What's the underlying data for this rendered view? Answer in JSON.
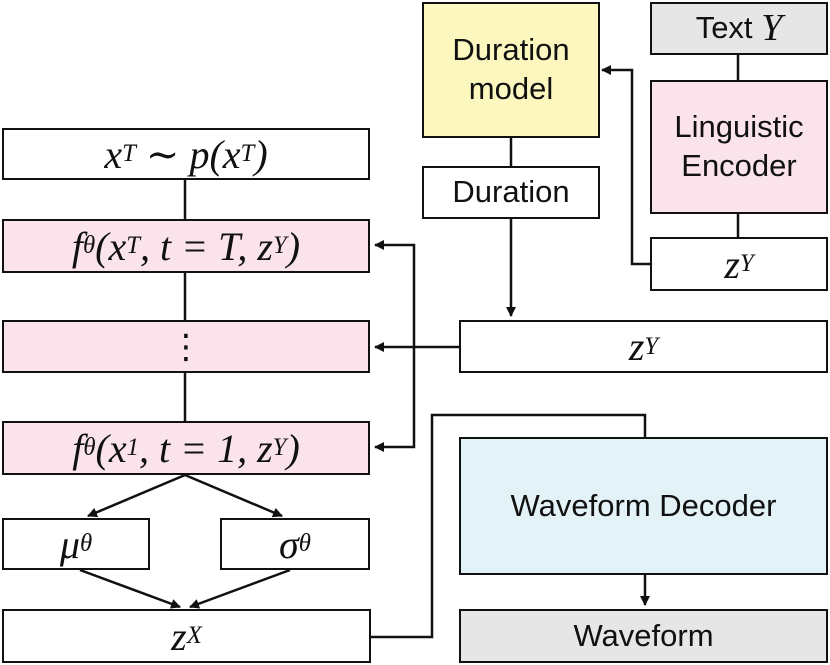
{
  "nodes": {
    "text_y": {
      "label": "Text",
      "var": "Y"
    },
    "duration_model": {
      "line1": "Duration",
      "line2": "model"
    },
    "linguistic_encoder": {
      "line1": "Linguistic",
      "line2": "Encoder"
    },
    "duration": {
      "label": "Duration"
    },
    "z_y_encoder": {
      "sym": "z",
      "sub": "Y"
    },
    "z_y_expanded": {
      "sym": "z",
      "sub": "Y"
    },
    "x_t": {
      "text": "x",
      "sub": "T",
      "rest": " ∼ p(x",
      "sub2": "T",
      "close": ")"
    },
    "f_top": {
      "text": "f",
      "sub": "θ",
      "open": "(x",
      "sub2": "T",
      "mid": ", t = T, z",
      "sub3": "Y",
      "close": ")"
    },
    "dots": {
      "text": "⋮"
    },
    "f_bottom": {
      "text": "f",
      "sub": "θ",
      "open": "(x",
      "sub2": "1",
      "mid": ", t = 1, z",
      "sub3": "Y",
      "close": ")"
    },
    "mu": {
      "sym": "μ",
      "sub": "θ"
    },
    "sigma": {
      "sym": "σ",
      "sub": "θ"
    },
    "z_x": {
      "sym": "z",
      "sub": "X"
    },
    "waveform_decoder": {
      "label": "Waveform Decoder"
    },
    "waveform": {
      "label": "Waveform"
    }
  }
}
